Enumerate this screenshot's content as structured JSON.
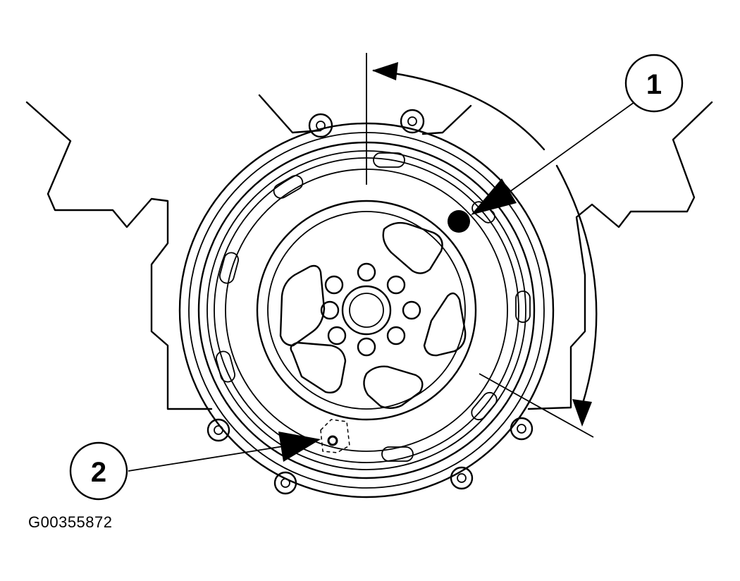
{
  "figure_id": "G00355872",
  "callouts": [
    {
      "label": "1"
    },
    {
      "label": "2"
    }
  ],
  "colors": {
    "line": "#000000",
    "background": "#ffffff"
  }
}
